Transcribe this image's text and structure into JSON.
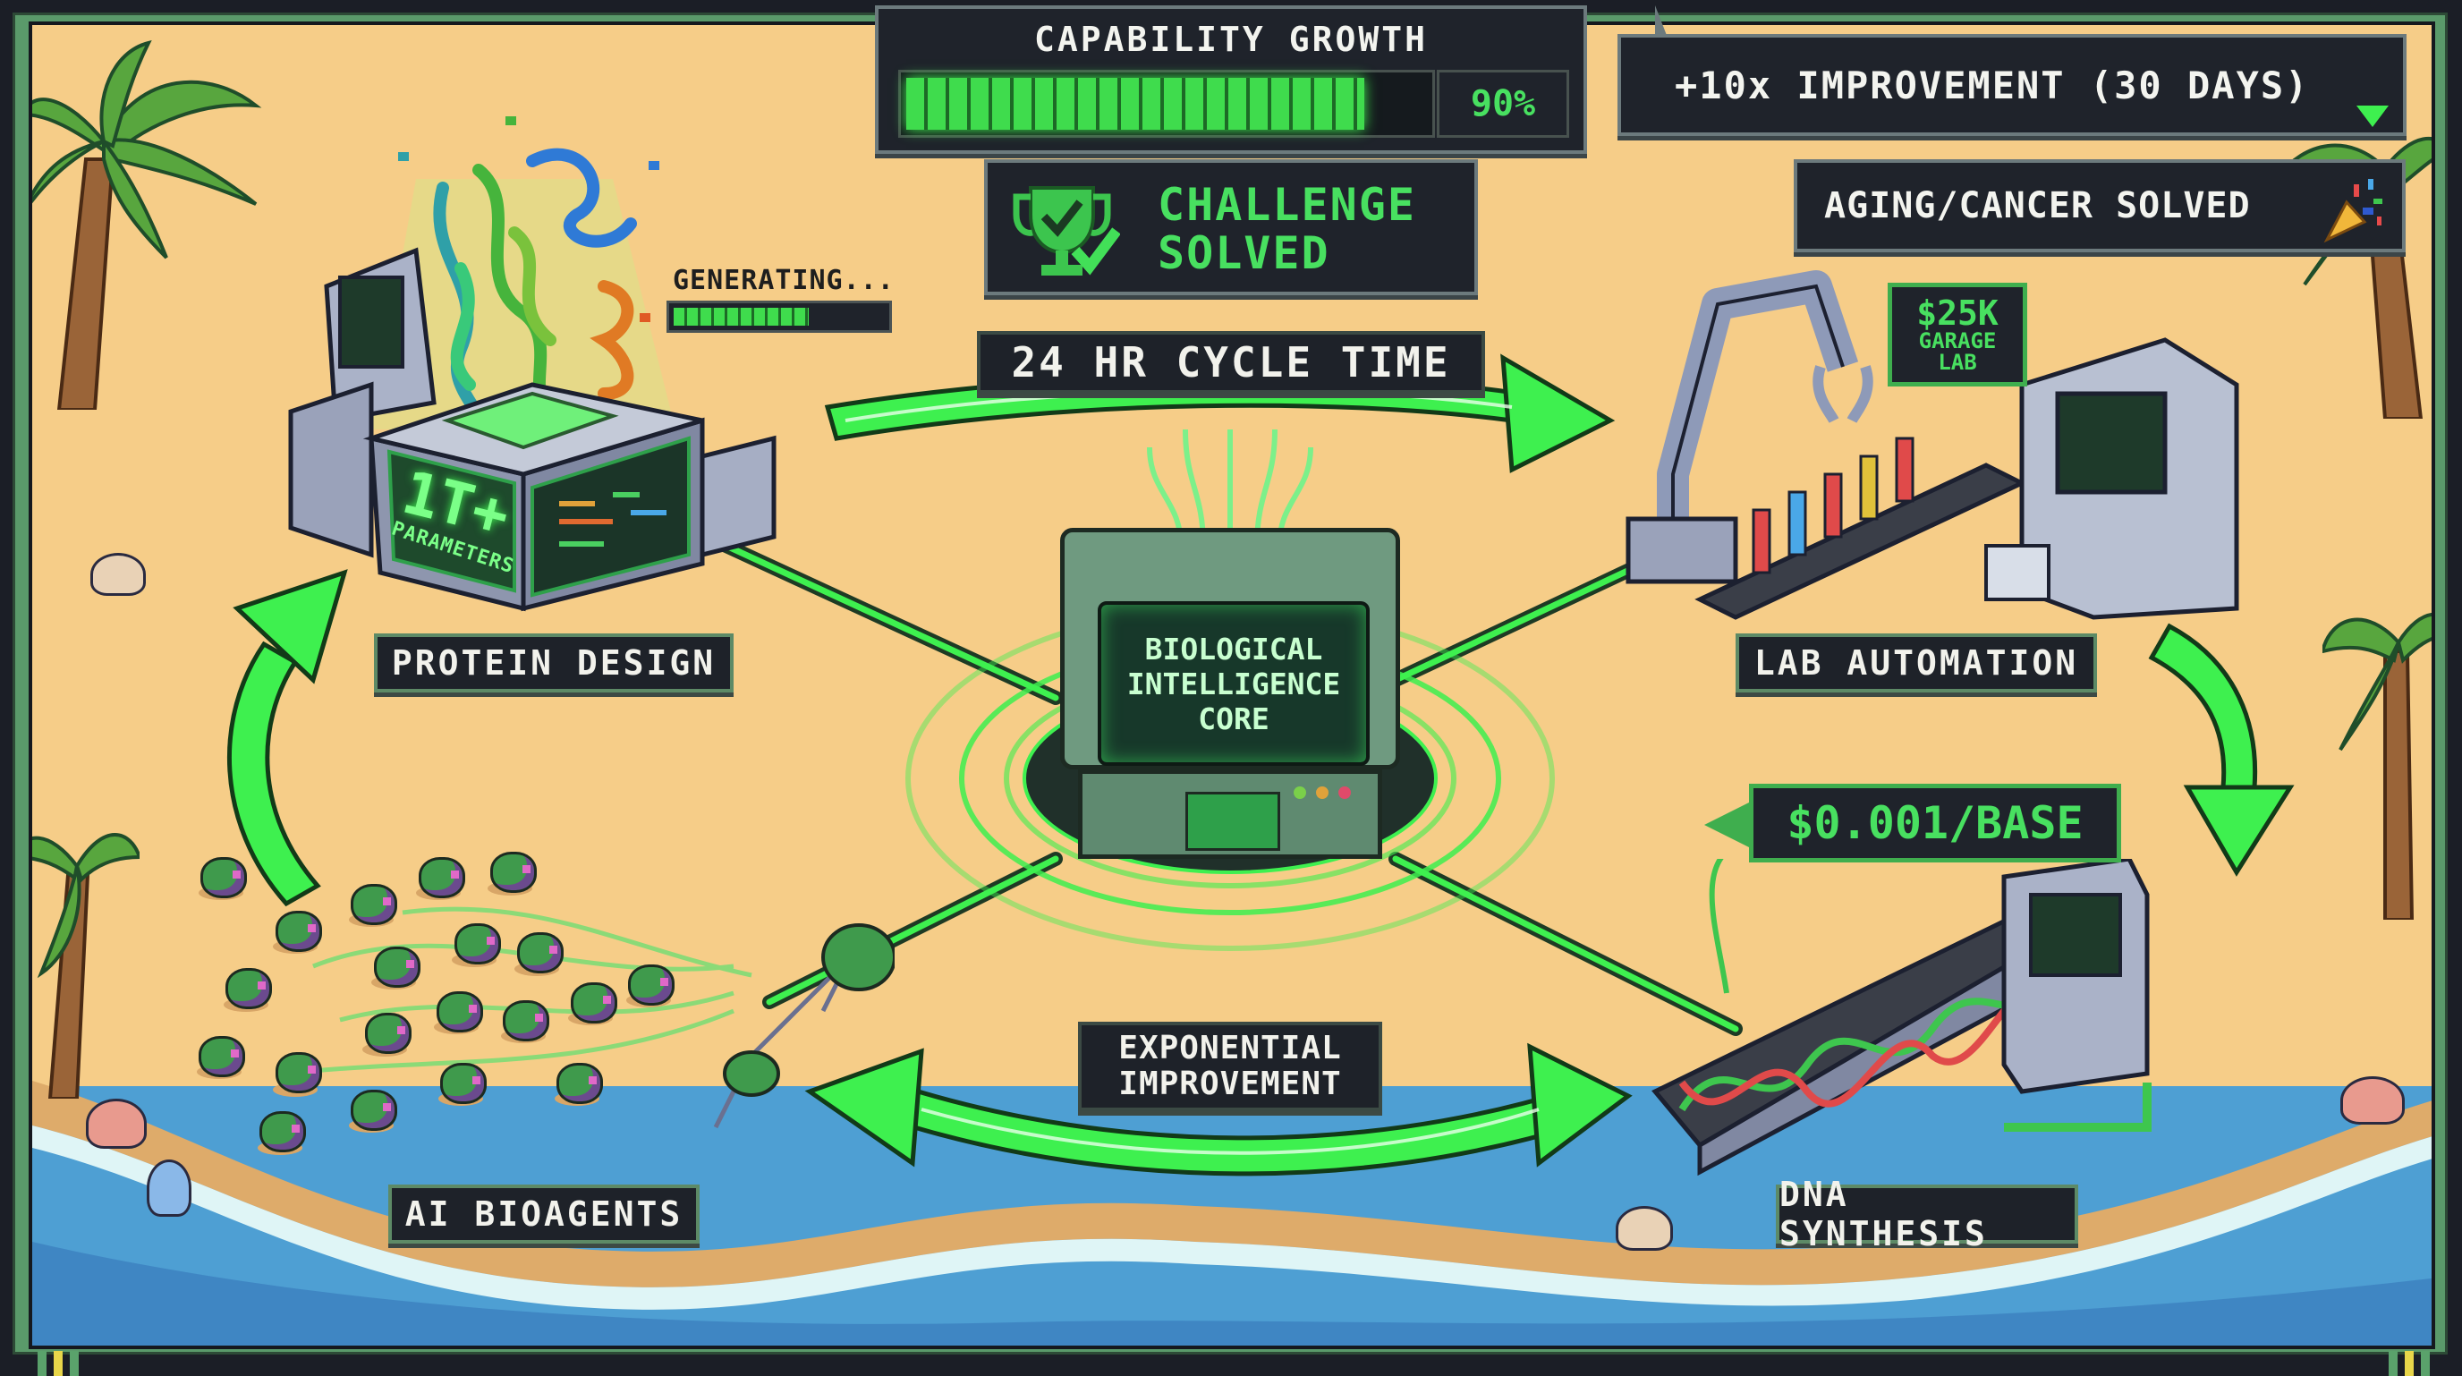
{
  "hud": {
    "capability": {
      "title": "CAPABILITY GROWTH",
      "percent_label": "90%",
      "percent": 90,
      "segments_total": 22,
      "segments_filled": 20
    },
    "challenge": {
      "line1": "CHALLENGE",
      "line2": "SOLVED",
      "icon": "trophy-check-icon"
    },
    "improvement_badge": "+10x IMPROVEMENT (30 DAYS)",
    "aging_badge": "AGING/CANCER SOLVED",
    "aging_icon": "party-popper-icon"
  },
  "protein_station": {
    "label": "PROTEIN DESIGN",
    "screen_big": "1T+",
    "screen_small": "PARAMETERS",
    "status": "GENERATING...",
    "progress_segments_total": 14,
    "progress_segments_filled": 9
  },
  "core": {
    "line1": "BIOLOGICAL",
    "line2": "INTELLIGENCE",
    "line3": "CORE"
  },
  "cycle_label": "24 HR CYCLE TIME",
  "lab_station": {
    "label": "LAB AUTOMATION",
    "sign_line1": "$25K",
    "sign_line2": "GARAGE",
    "sign_line3": "LAB"
  },
  "dna_station": {
    "label": "DNA SYNTHESIS",
    "price_tag": "$0.001/BASE"
  },
  "bioagents": {
    "label": "AI BIOAGENTS"
  },
  "exponential_label": {
    "line1": "EXPONENTIAL",
    "line2": "IMPROVEMENT"
  },
  "colors": {
    "neon_green": "#3ef04f",
    "panel_dark": "#1f232b",
    "sand": "#f6cd88",
    "sea": "#4e9fd3",
    "frame_green": "#5a9a6a"
  }
}
